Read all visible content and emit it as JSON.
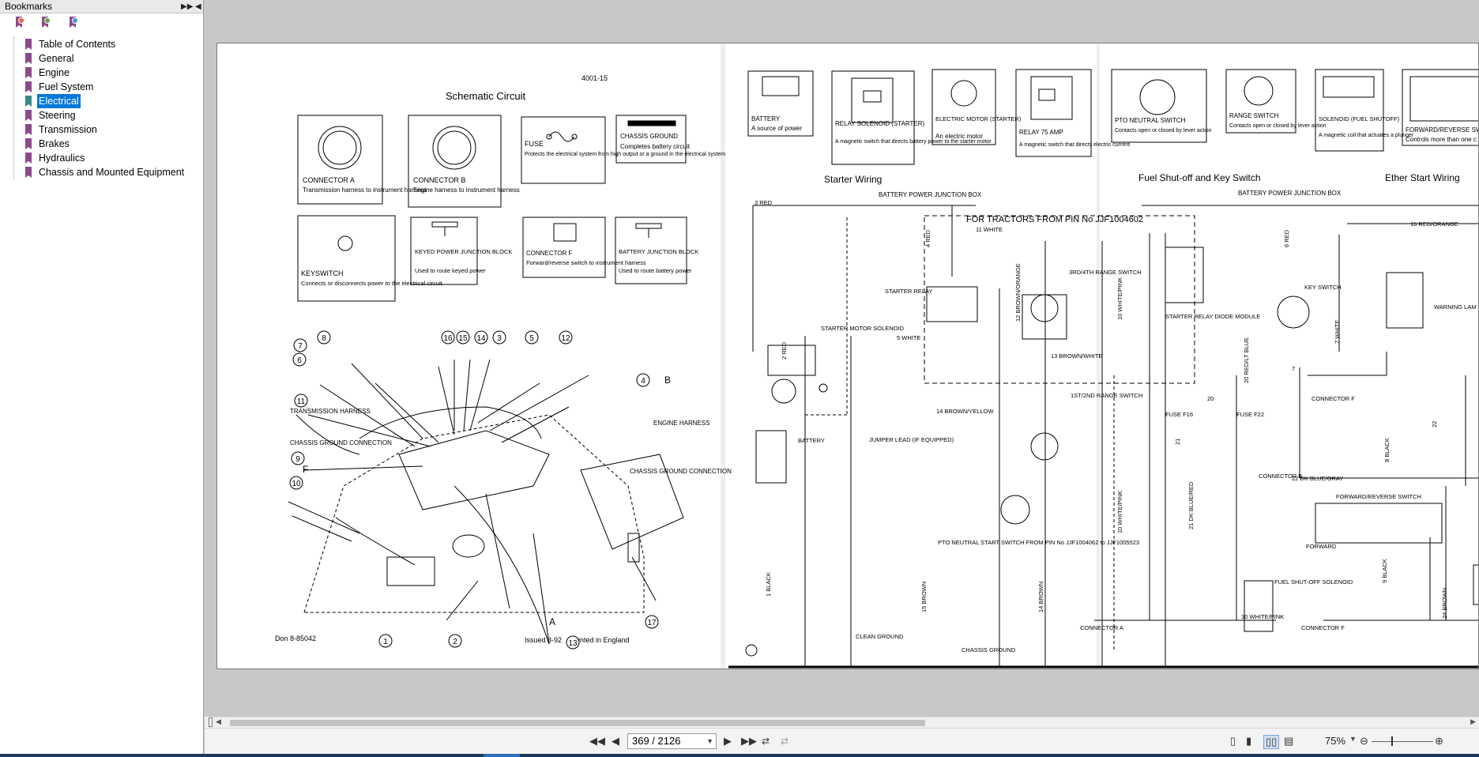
{
  "sidebar": {
    "title": "Bookmarks",
    "tools": [
      "new-bookmark-icon",
      "expand-bookmark-icon",
      "collapse-bookmark-icon"
    ],
    "items": [
      {
        "label": "Table of Contents",
        "selected": false
      },
      {
        "label": "General",
        "selected": false
      },
      {
        "label": "Engine",
        "selected": false
      },
      {
        "label": "Fuel System",
        "selected": false
      },
      {
        "label": "Electrical",
        "selected": true
      },
      {
        "label": "Steering",
        "selected": false
      },
      {
        "label": "Transmission",
        "selected": false
      },
      {
        "label": "Brakes",
        "selected": false
      },
      {
        "label": "Hydraulics",
        "selected": false
      },
      {
        "label": "Chassis and Mounted Equipment",
        "selected": false
      }
    ]
  },
  "toolbar": {
    "page_indicator": "369 / 2126",
    "zoom": "75%"
  },
  "doc": {
    "page_number": "4001-15",
    "left_title": "Schematic Circuit",
    "left_footer_left": "Don 8-85042",
    "left_footer_issued": "Issued 3-92",
    "left_footer_printed": "Printed in England",
    "boxes_top": [
      {
        "title": "CONNECTOR A",
        "desc": "Transmission harness to instrument harness"
      },
      {
        "title": "CONNECTOR B",
        "desc": "Engine harness to instrument harness"
      },
      {
        "title": "FUSE",
        "desc": "Protects the electrical system from high output or a ground in the electrical system"
      },
      {
        "title": "CHASSIS GROUND",
        "desc": "Completes battery circuit"
      }
    ],
    "boxes_bottom": [
      {
        "title": "KEYSWITCH",
        "desc": "Connects or disconnects power to the electrical circuit"
      },
      {
        "title": "KEYED POWER JUNCTION BLOCK",
        "desc": "Used to route keyed power"
      },
      {
        "title": "CONNECTOR F",
        "desc": "Forward/reverse switch to instrument harness"
      },
      {
        "title": "BATTERY JUNCTION BLOCK",
        "desc": "Used to route battery power"
      }
    ],
    "tractor_labels": {
      "transmission_harness": "TRANSMISSION HARNESS",
      "chassis_ground_connection": "CHASSIS GROUND CONNECTION",
      "engine_harness": "ENGINE HARNESS",
      "chassis_ground_connection2": "CHASSIS GROUND CONNECTION",
      "letter_b": "B",
      "letter_f": "F",
      "letter_a": "A",
      "callouts": [
        "8",
        "7",
        "6",
        "11",
        "9",
        "10",
        "16",
        "15",
        "14",
        "3",
        "5",
        "12",
        "4",
        "17",
        "13",
        "2",
        "1"
      ]
    },
    "legend_right": [
      {
        "title": "BATTERY",
        "desc": "A source of power"
      },
      {
        "title": "RELAY SOLENOID (STARTER)",
        "desc": "A magnetic switch that directs battery power to the starter motor"
      },
      {
        "title": "ELECTRIC MOTOR (STARTER)",
        "desc": "An electric motor"
      },
      {
        "title": "RELAY 75 AMP",
        "desc": "A magnetic switch that directs electric current"
      },
      {
        "title": "PTO NEUTRAL SWITCH",
        "desc": "Contacts open or closed by lever action"
      },
      {
        "title": "RANGE SWITCH",
        "desc": "Contacts open or closed by lever action"
      },
      {
        "title": "SOLENOID (FUEL SHUTOFF)",
        "desc": "A magnetic coil that actuates a plunger"
      },
      {
        "title": "FORWARD/REVERSE SW",
        "desc": "Controls more than one c"
      }
    ],
    "section_titles": [
      "Starter Wiring",
      "Fuel Shut-off and Key Switch",
      "Ether Start Wiring"
    ],
    "wiring": {
      "bpjb1": "BATTERY POWER JUNCTION BOX",
      "bpjb2": "BATTERY POWER JUNCTION BOX",
      "for_tractors": "FOR TRACTORS FROM PIN No JJF1004602",
      "wires": [
        "3 RED",
        "4 RED",
        "11 WHITE",
        "12 BROWN/ORANGE",
        "10 WHITE/PINK",
        "6 RED",
        "16 RED/ORANGE",
        "2 RED",
        "5 WHITE",
        "13 BROWN/WHITE",
        "14 BROWN/YELLOW",
        "1 BLACK",
        "15 BROWN",
        "14 BROWN",
        "10 WHITE/PINK",
        "20 RED/LT BLUE",
        "7 WHITE",
        "8 BLACK",
        "22 DK BLUE/GRAY",
        "21 DK BLUE/RED",
        "9 BLACK",
        "24 BROWN",
        "10 WHITE/PINK",
        "22",
        "20",
        "21",
        "7"
      ],
      "components": [
        "STARTER RELAY",
        "STARTER MOTOR SOLENOID",
        "BATTERY",
        "3RD/4TH RANGE SWITCH",
        "1ST/2ND RANGE SWITCH",
        "JUMPER LEAD (IF EQUIPPED)",
        "PTO NEUTRAL START SWITCH FROM PIN No JJF1004062 to JJF1005523",
        "STARTER RELAY DIODE MODULE",
        "KEY SWITCH",
        "WARNING LAM TEST RELAY",
        "CONNECTOR F",
        "FUSE F16",
        "FUSE F22",
        "CONNECTOR B",
        "FORWARD/REVERSE SWITCH",
        "FORWARD",
        "FUEL SHUT-OFF SOLENOID",
        "CONNECTOR A",
        "CONNECTOR F",
        "CLEAN GROUND",
        "CHASSIS GROUND"
      ]
    }
  }
}
